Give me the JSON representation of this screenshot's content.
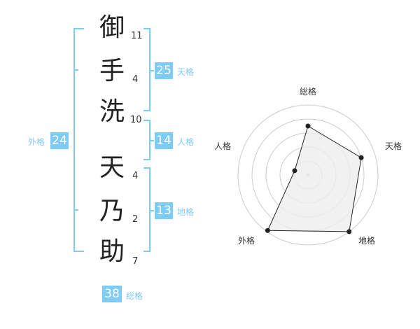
{
  "name": {
    "characters": [
      {
        "char": "御",
        "strokes": "11"
      },
      {
        "char": "手",
        "strokes": "4"
      },
      {
        "char": "洗",
        "strokes": "10"
      },
      {
        "char": "天",
        "strokes": "4"
      },
      {
        "char": "乃",
        "strokes": "2"
      },
      {
        "char": "助",
        "strokes": "7"
      }
    ]
  },
  "fortunes": {
    "tenkaku": {
      "value": "25",
      "label": "天格"
    },
    "jinkaku": {
      "value": "14",
      "label": "人格"
    },
    "chikaku": {
      "value": "13",
      "label": "地格"
    },
    "gaikaku": {
      "value": "24",
      "label": "外格"
    },
    "soukaku": {
      "value": "38",
      "label": "総格"
    }
  },
  "radar": {
    "labels": {
      "soukaku": "総格",
      "tenkaku": "天格",
      "chikaku": "地格",
      "gaikaku": "外格",
      "jinkaku": "人格"
    },
    "rings": 5,
    "max": 5,
    "values": {
      "soukaku": 3.5,
      "tenkaku": 4.0,
      "chikaku": 5.0,
      "gaikaku": 4.9,
      "jinkaku": 1.0
    }
  },
  "colors": {
    "accent": "#7ecbf5",
    "text": "#333333",
    "ring": "#cccccc",
    "fill": "#eeeeee",
    "line": "#222222"
  }
}
